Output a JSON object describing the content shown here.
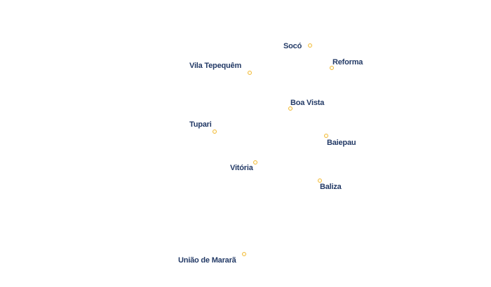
{
  "map": {
    "places": [
      {
        "id": "soco",
        "name": "Socó"
      },
      {
        "id": "reforma",
        "name": "Reforma"
      },
      {
        "id": "vila-tepequem",
        "name": "Vila Tepequêm"
      },
      {
        "id": "boa-vista",
        "name": "Boa Vista"
      },
      {
        "id": "tupari",
        "name": "Tupari"
      },
      {
        "id": "baiepau",
        "name": "Baiepau"
      },
      {
        "id": "vitoria",
        "name": "Vitória"
      },
      {
        "id": "baliza",
        "name": "Baliza"
      },
      {
        "id": "uniao-de-marara",
        "name": "União de Mararã"
      }
    ],
    "colors": {
      "marker_fill": "#fffbe8",
      "marker_stroke": "#f2b938",
      "label_text": "#233a66",
      "label_halo": "#ffffff",
      "background": "#ffffff"
    }
  }
}
